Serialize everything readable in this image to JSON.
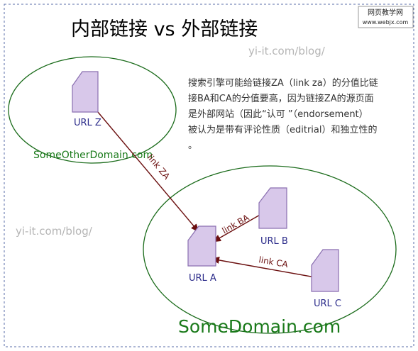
{
  "diagram": {
    "title": "内部链接 vs 外部链接",
    "logo": {
      "line1": "网页教学网",
      "line2": "www.webjx.com"
    },
    "watermarks": {
      "top": "yi-it.com/blog/",
      "left": "yi-it.com/blog/"
    },
    "domains": {
      "other": "SomeOtherDomain.com",
      "main": "SomeDomain.com"
    },
    "nodes": {
      "z": "URL Z",
      "a": "URL A",
      "b": "URL B",
      "c": "URL C"
    },
    "links": {
      "za": "link ZA",
      "ba": "link BA",
      "ca": "link CA"
    },
    "description": [
      "搜索引擎可能给链接ZA（link za）的分值比链",
      "接BA和CA的分值要高，因为链接ZA的源页面",
      "是外部网站（因此“认可 ”（endorsement）",
      "被认为是带有评论性质（editrial）和独立性的",
      "。"
    ],
    "colors": {
      "doc_fill": "#d8c8ea",
      "doc_stroke": "#8a6fb0",
      "arrow": "#6b0f0f",
      "ellipse": "#1a6b1a",
      "frame": "#5a6ea8"
    }
  }
}
